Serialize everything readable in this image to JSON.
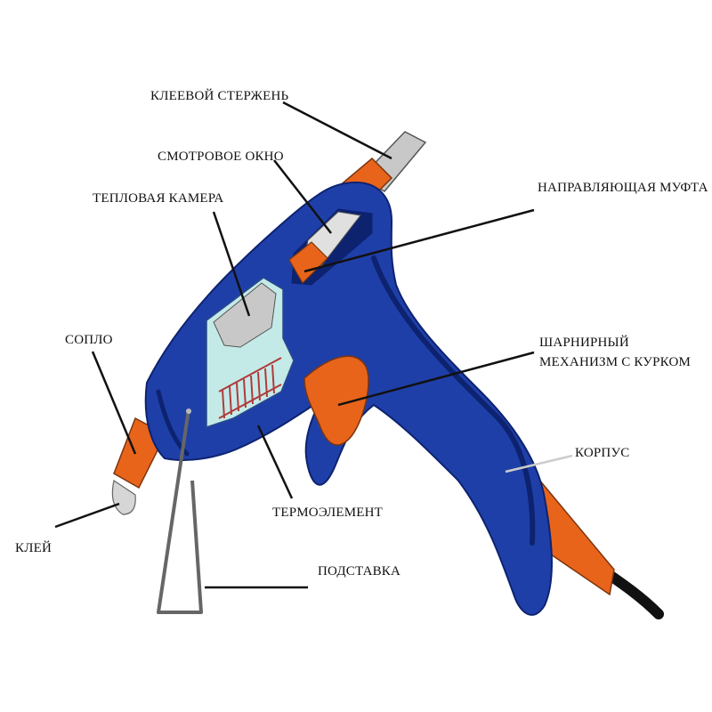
{
  "labels": {
    "glue_stick": "КЛЕЕВОЙ СТЕРЖЕНЬ",
    "view_window": "СМОТРОВОЕ ОКНО",
    "heat_chamber": "ТЕПЛОВАЯ КАМЕРА",
    "guide_sleeve": "НАПРАВЛЯЮЩАЯ МУФТА",
    "nozzle": "СОПЛО",
    "hinge_line1": "ШАРНИРНЫЙ",
    "hinge_line2": "МЕХАНИЗМ С КУРКОМ",
    "body": "КОРПУС",
    "glue": "КЛЕЙ",
    "heating_element": "ТЕРМОЭЛЕМЕНТ",
    "stand": "ПОДСТАВКА"
  },
  "colors": {
    "body_blue": "#1f3fa8",
    "body_dark": "#0d2370",
    "orange": "#e8641a",
    "chamber": "#c4eae8",
    "metal": "#c8c8c8",
    "coil": "#b03a3a"
  }
}
